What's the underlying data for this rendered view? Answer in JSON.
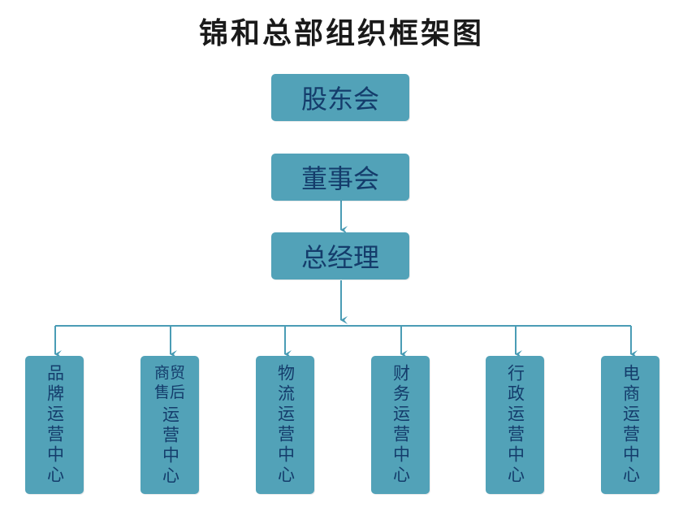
{
  "title": "锦和总部组织框架图",
  "nodes": {
    "shareholders": "股东会",
    "board": "董事会",
    "gm": "总经理"
  },
  "departments": [
    {
      "label": "品牌运营中心"
    },
    {
      "label1": "商贸",
      "label2": "售后",
      "rest": "运营中心"
    },
    {
      "label": "物流运营中心"
    },
    {
      "label": "财务运营中心"
    },
    {
      "label": "行政运营中心"
    },
    {
      "label": "电商运营中心"
    }
  ],
  "colors": {
    "box": "#52a2b8",
    "line": "#4a9cb5",
    "text": "#143c6b"
  }
}
